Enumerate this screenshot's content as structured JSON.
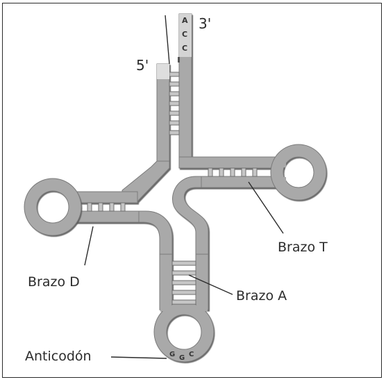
{
  "colors": {
    "strand": "#a9a9a9",
    "strand_dark": "#6e6e6e",
    "rung": "#bdbdbd",
    "text": "#2b2b2b",
    "frame": "#2a2a2a"
  },
  "labels": {
    "five_prime": "5'",
    "three_prime": "3'",
    "brazo_d": "Brazo D",
    "brazo_t": "Brazo T",
    "brazo_a": "Brazo A",
    "anticodon": "Anticodón"
  },
  "acceptor_bases": [
    "A",
    "C",
    "C"
  ],
  "anticodon_bases": [
    "G",
    "G",
    "C"
  ]
}
